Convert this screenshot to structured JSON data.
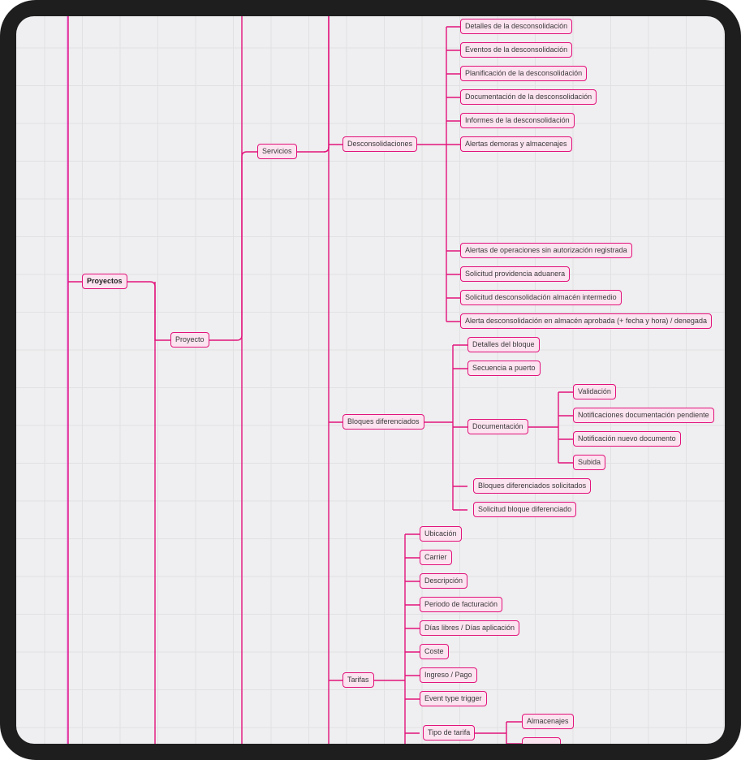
{
  "theme": {
    "line_color": "#e2137b",
    "node_fill": "#fbe3ef",
    "canvas_bg": "#efeef0",
    "frame_color": "#1e1e1e"
  },
  "nodes": {
    "proyectos": "Proyectos",
    "proyecto": "Proyecto",
    "servicios": "Servicios",
    "desconsolidaciones": "Desconsolidaciones",
    "d1": "Detalles de la desconsolidación",
    "d2": "Eventos de la desconsolidación",
    "d3": "Planificación de la desconsolidación",
    "d4": "Documentación de la desconsolidación",
    "d5": "Informes de la desconsolidación",
    "d6": "Alertas demoras y almacenajes",
    "d7": "Alertas de operaciones sin autorización registrada",
    "d8": "Solicitud providencia aduanera",
    "d9": "Solicitud desconsolidación almacén intermedio",
    "d10": "Alerta desconsolidación en almacén aprobada (+ fecha y hora) / denegada",
    "bloques": "Bloques diferenciados",
    "b1": "Detalles del bloque",
    "b2": "Secuencia a puerto",
    "documentacion": "Documentación",
    "doc1": "Validación",
    "doc2": "Notificaciones documentación pendiente",
    "doc3": "Notificación nuevo documento",
    "doc4": "Subida",
    "b4": "Bloques diferenciados solicitados",
    "b5": "Solicitud bloque diferenciado",
    "tarifas": "Tarifas",
    "t1": "Ubicación",
    "t2": "Carrier",
    "t3": "Descripción",
    "t4": "Periodo de facturación",
    "t5": "Días libres / Días aplicación",
    "t6": "Coste",
    "t7": "Ingreso / Pago",
    "t8": "Event type trigger",
    "tipo": "Tipo de tarifa",
    "tp1": "Almacenajes",
    "tp2": ""
  }
}
